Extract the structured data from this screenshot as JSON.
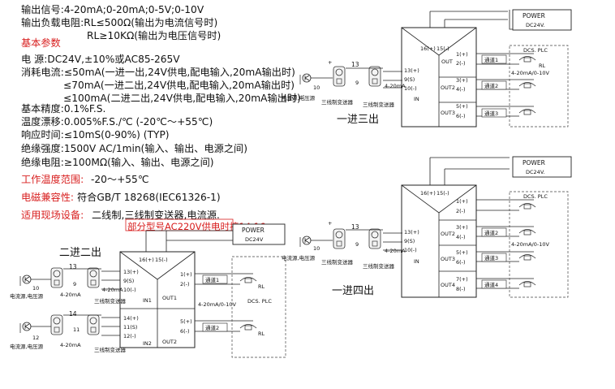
{
  "specs": {
    "output_signal": "输出信号:4-20mA;0-20mA;0-5V;0-10V",
    "load_resistance_1": "输出负载电阻:RL≤500Ω(输出为电流信号时)",
    "load_resistance_2": "RL≥10KΩ(输出为电压信号时)",
    "basic_params_title": "基本参数",
    "power": "电    源:DC24V,±10%或AC85-265V",
    "current_1": "消耗电流:≤50mA(一进一出,24V供电,配电输入,20mA输出时)",
    "current_2": "≤70mA(一进二出,24V供电,配电输入,20mA输出时)",
    "current_3": "≤100mA(二进二出,24V供电,配电输入,20mA输出时)",
    "accuracy": "基本精度:0.1%F.S.",
    "temp_drift": "温度漂移:0.005%F.S./℃ (-20℃～+55℃)",
    "response": "响应时间:≤10mS(0-90%) (TYP)",
    "insulation_strength": "绝缘强度:1500V AC/1min(输入、输出、电源之间)",
    "insulation_resistance": "绝缘电阻:≥100MΩ(输入、输出、电源之间)",
    "work_temp_label": "工作温度范围:",
    "work_temp_value": "-20～+55℃",
    "emc_label": "电磁兼容性:",
    "emc_value": "符合GB/T 18268(IEC61326-1)",
    "field_label": "适用现场设备:",
    "field_value": "二线制,三线制变送器,电流源.",
    "note_ac220": "部分型号AC220V供电时接14,16."
  },
  "diagrams": {
    "common": {
      "power": "POWER",
      "dc24v": "DC24V.",
      "dc24v_b": "DC24V",
      "dcs_plc": "DCS. PLC",
      "rl": "RL",
      "in": "IN",
      "range_4_20": "4-20mA",
      "range_0_10": "4-20mA/0-10V",
      "src_current": "电流源,电压源",
      "src_3wire": "三线制变送器",
      "t16": "16(+)",
      "t15": "15(-)",
      "t13p": "13(+)",
      "t9s": "9(S)",
      "t10m": "10(-)",
      "t1p": "1(+)",
      "t2m": "2(-)",
      "t3p": "3(+)",
      "t4m": "4(-)",
      "t5p": "5(+)",
      "t6m": "6(-)",
      "t7p": "7(+)",
      "t8m": "8(-)",
      "t14p": "14(+)",
      "t11s": "11(S)",
      "t12m": "12(-)",
      "n13": "13",
      "n9": "9",
      "n10": "10",
      "n14": "14",
      "n11": "11",
      "n12": "12",
      "plus": "+",
      "minus": "-",
      "ch1": "通道1",
      "ch2": "通道2",
      "ch3": "通道3",
      "ch4": "通道4",
      "out": "OUT",
      "out1": "OUT1",
      "out2": "OUT2",
      "out3": "OUT3",
      "out4": "OUT4",
      "in1": "IN1",
      "in2": "IN2"
    },
    "caption_1in3out": "一进三出",
    "caption_2in2out": "二进二出",
    "caption_1in4out": "一进四出"
  }
}
